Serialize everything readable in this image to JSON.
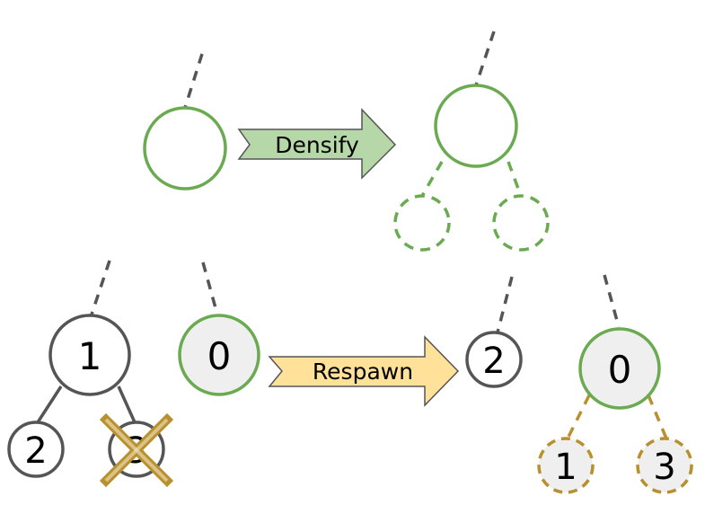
{
  "arrows": {
    "densify": "Densify",
    "respawn": "Respawn"
  },
  "nodes": {
    "n_left_1": "1",
    "n_left_0": "0",
    "n_left_child_2": "2",
    "n_left_child_3": "3",
    "n_right_2": "2",
    "n_right_0": "0",
    "n_right_child_1": "1",
    "n_right_child_3": "3"
  },
  "colors": {
    "green": "#6aaa50",
    "gray_stroke": "#555555",
    "gold": "#b8902e",
    "densify_fill": "#b6d7a8",
    "respawn_fill": "#ffe199",
    "node_fill_light": "#efefef"
  }
}
